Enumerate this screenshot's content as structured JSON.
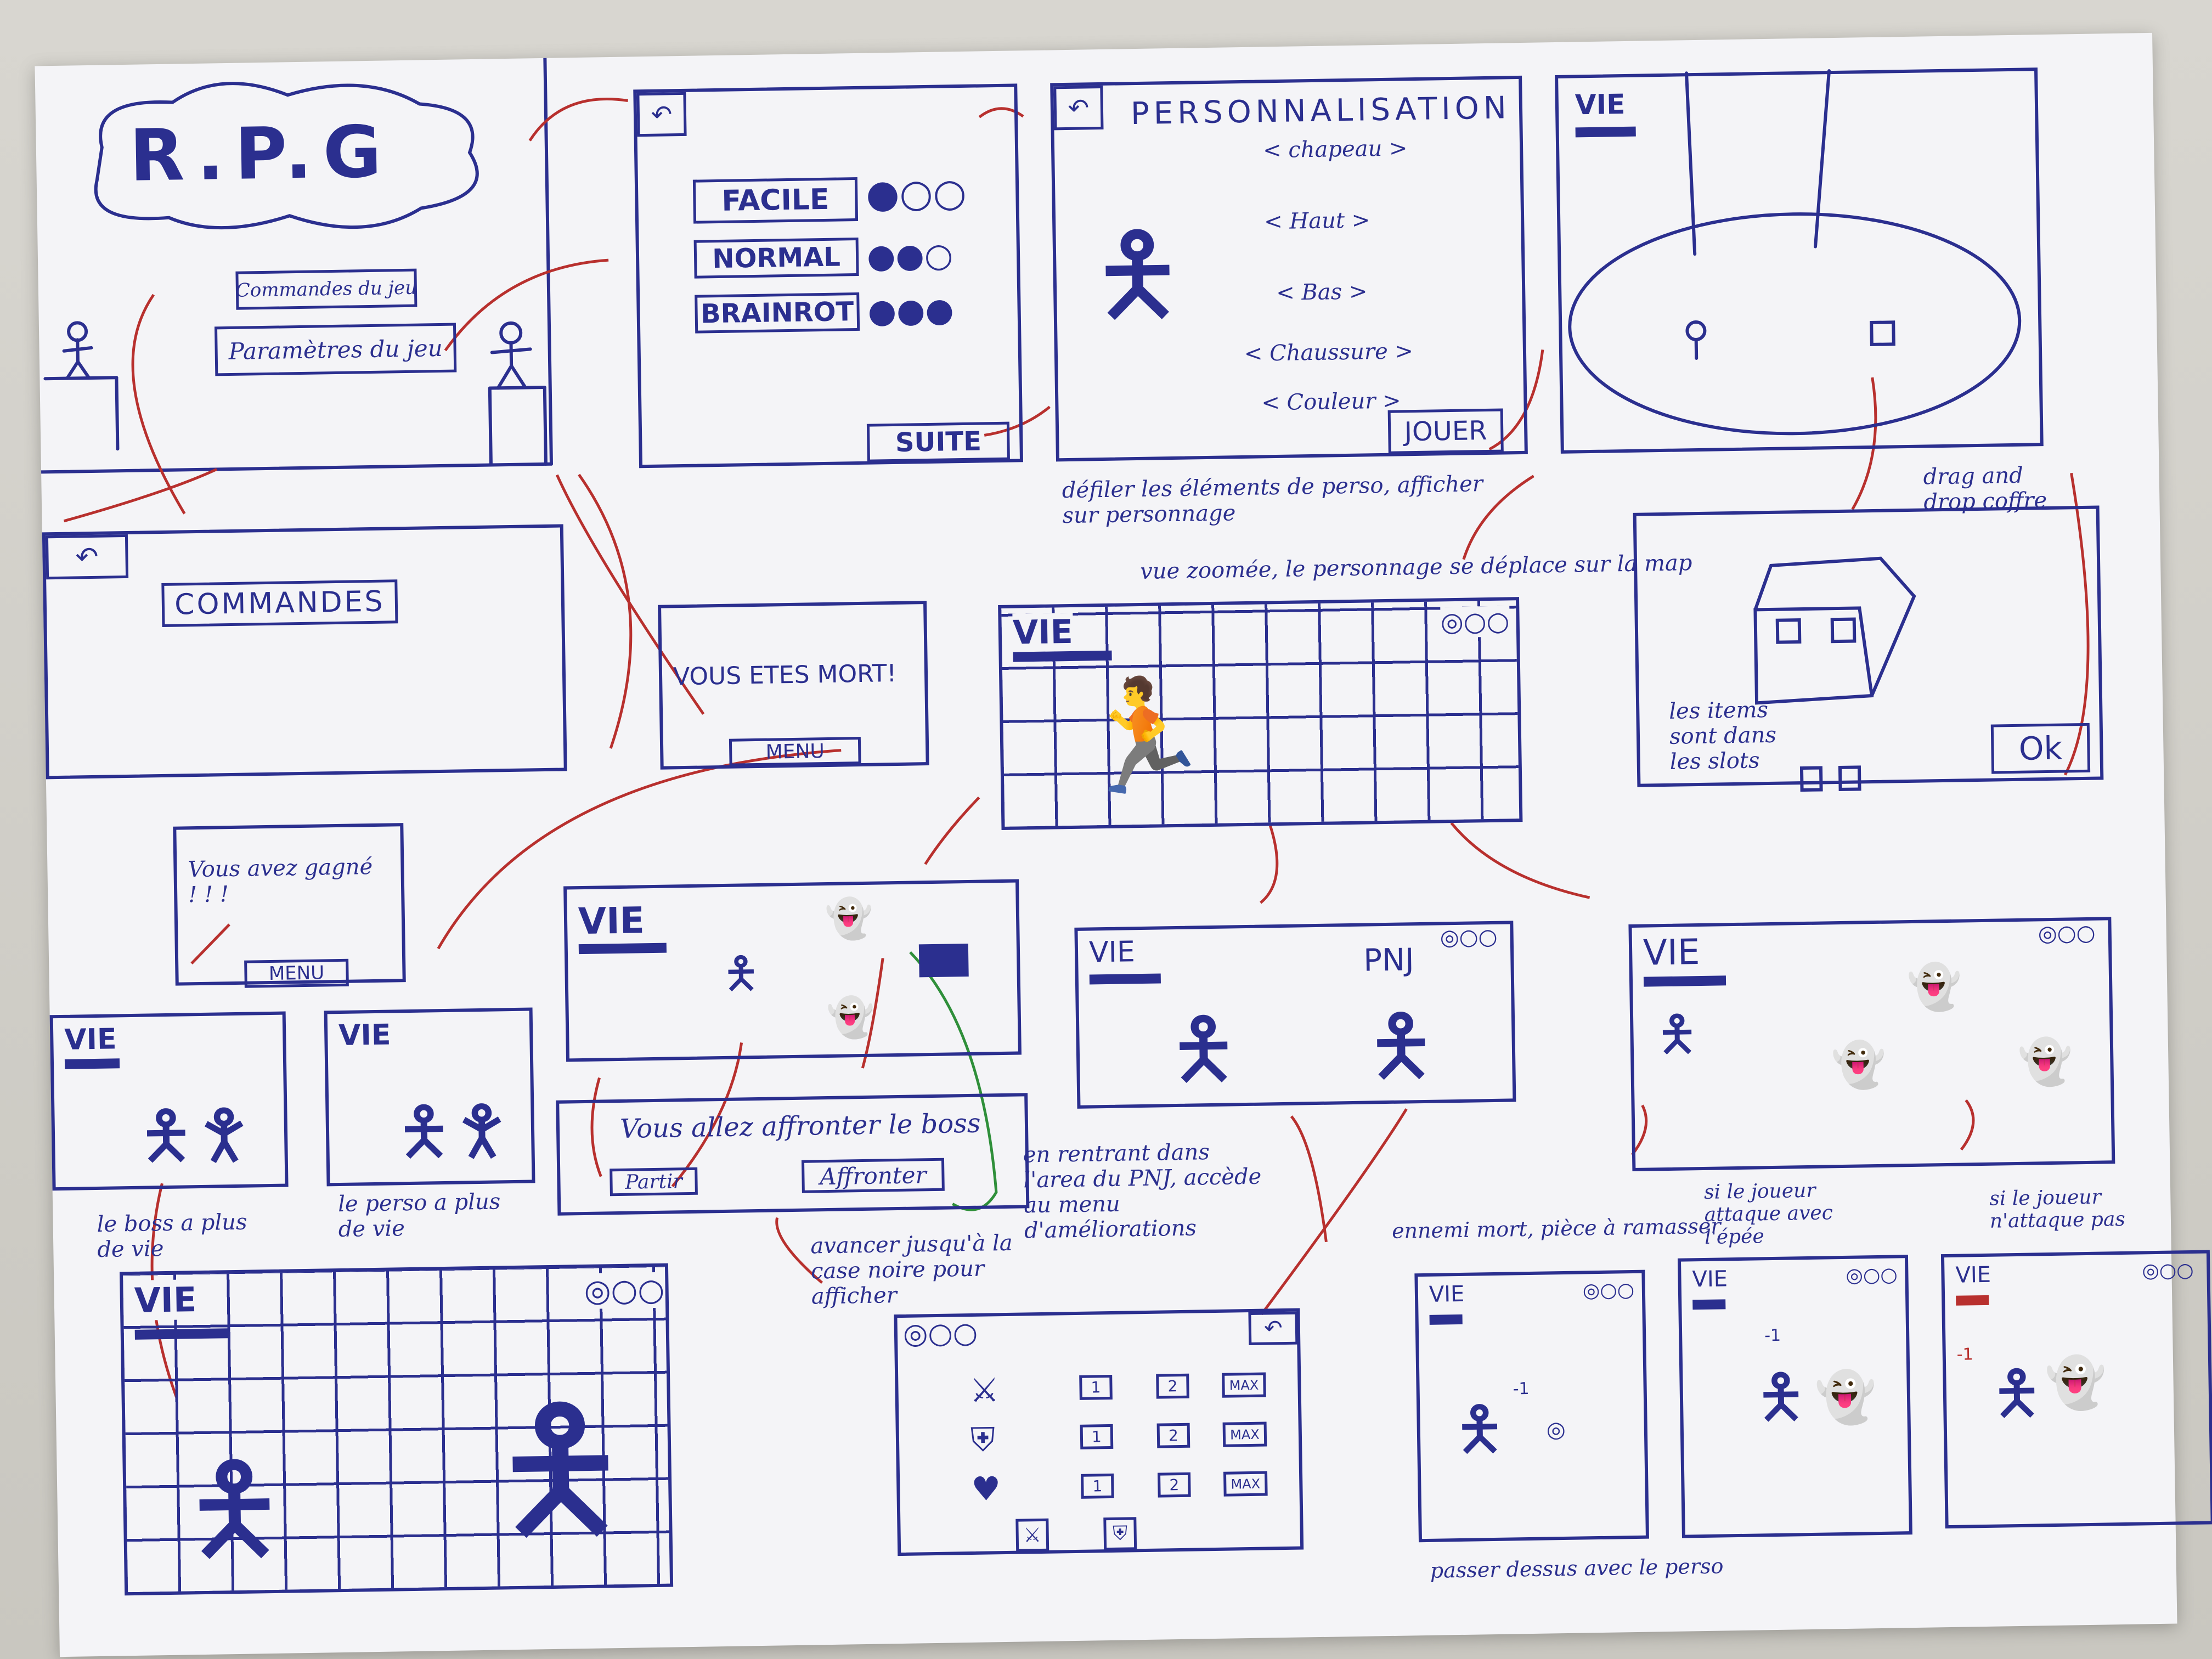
{
  "title": "R.P.G",
  "menu": {
    "commands": "Commandes du jeu",
    "credits": "Paramètres du jeu"
  },
  "difficulty": {
    "easy": "FACILE",
    "normal": "NORMAL",
    "hard": "BRAINROT",
    "next": "SUITE"
  },
  "customize": {
    "title": "PERSONNALISATION",
    "options": [
      "< chapeau >",
      "< Haut >",
      "< Bas >",
      "< Chaussure >",
      "< Couleur >"
    ],
    "play": "JOUER",
    "note": "défiler les éléments de perso, afficher sur personnage"
  },
  "vie": "VIE",
  "pnj": "PNJ",
  "commands_screen": {
    "title": "COMMANDES"
  },
  "death": {
    "message": "VOUS ETES MORT!",
    "menu": "MENU"
  },
  "win": {
    "message": "Vous avez gagné ! ! !",
    "menu": "MENU"
  },
  "boss_prompt": {
    "message": "Vous allez affronter le boss",
    "flee": "Partir",
    "fight": "Affronter"
  },
  "chest": {
    "ok": "Ok",
    "note": "les items sont dans les slots",
    "drag": "drag and drop coffre"
  },
  "annotations": {
    "zoom": "vue zoomée, le personnage se déplace sur la map",
    "boss_more": "le boss a plus de vie",
    "perso_more": "le perso a plus de vie",
    "advance": "avancer jusqu'à la case noire pour afficher",
    "pnj_area": "en rentrant dans l'area du PNJ, accède au menu d'améliorations",
    "enemy_dead": "ennemi mort, pièce à ramasser",
    "pass_over": "passer dessus avec le perso",
    "attack_sword": "si le joueur attaque avec l'épée",
    "attack_not": "si le joueur n'attaque pas"
  },
  "upgrades": {
    "levels": [
      "1",
      "2",
      "MAX"
    ]
  },
  "damage": "-1",
  "colors": {
    "ink": "#2b2f8f",
    "arrow_red": "#b8302e",
    "arrow_green": "#2f8f3a",
    "paper": "#f4f4f7"
  }
}
